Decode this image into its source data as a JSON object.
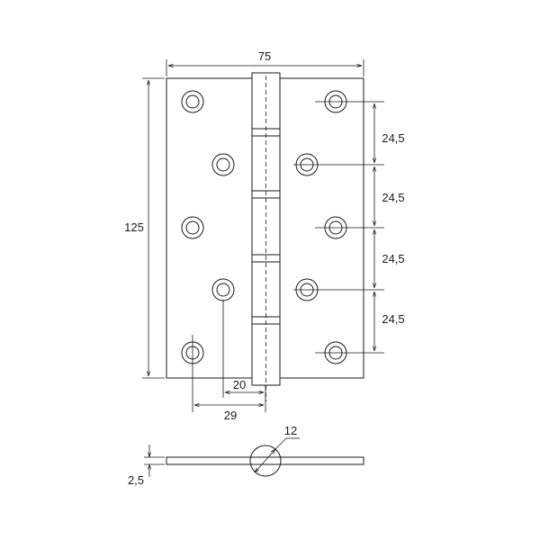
{
  "dimensions": {
    "overall_width": "75",
    "overall_height": "125",
    "hole_pitch_1": "24,5",
    "hole_pitch_2": "24,5",
    "hole_pitch_3": "24,5",
    "hole_pitch_4": "24,5",
    "inner_offset": "20",
    "outer_offset": "29",
    "knuckle_diameter": "12",
    "leaf_thickness": "2,5"
  },
  "colors": {
    "stroke": "#1a1a1a",
    "background": "#ffffff"
  }
}
